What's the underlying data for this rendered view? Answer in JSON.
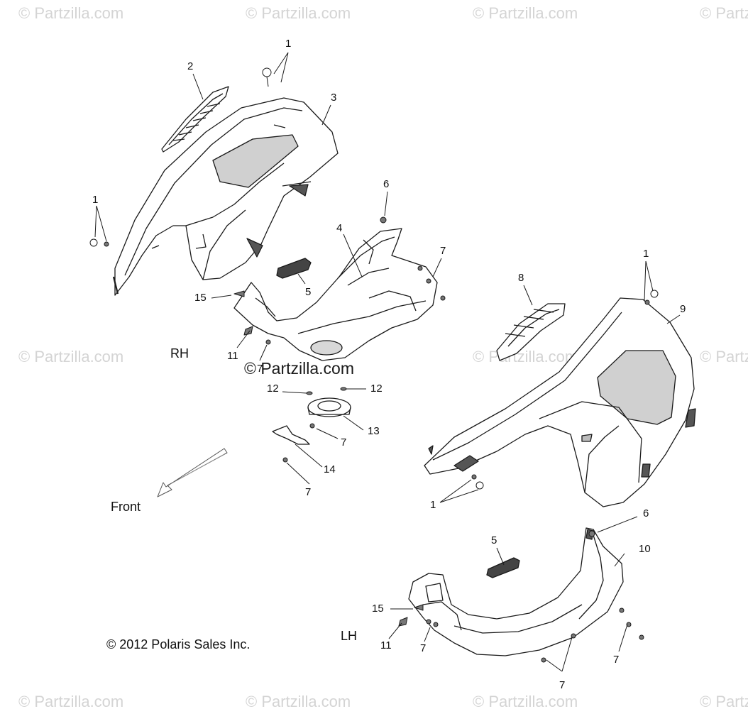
{
  "watermark": "© Partzilla.com",
  "center_watermark": "© Partzilla.com",
  "side_labels": {
    "rh": "RH",
    "lh": "LH"
  },
  "front_label": "Front",
  "copyright": "© 2012 Polaris Sales Inc.",
  "callouts": [
    "1",
    "1",
    "1",
    "1",
    "2",
    "3",
    "4",
    "5",
    "5",
    "6",
    "6",
    "7",
    "7",
    "7",
    "7",
    "7",
    "7",
    "7",
    "7",
    "8",
    "9",
    "10",
    "11",
    "11",
    "12",
    "12",
    "13",
    "14",
    "15",
    "15"
  ],
  "colors": {
    "line": "#1a1a1a",
    "watermark": "#d4d4d4",
    "shade": "#cfcfcf",
    "dark": "#555555"
  }
}
